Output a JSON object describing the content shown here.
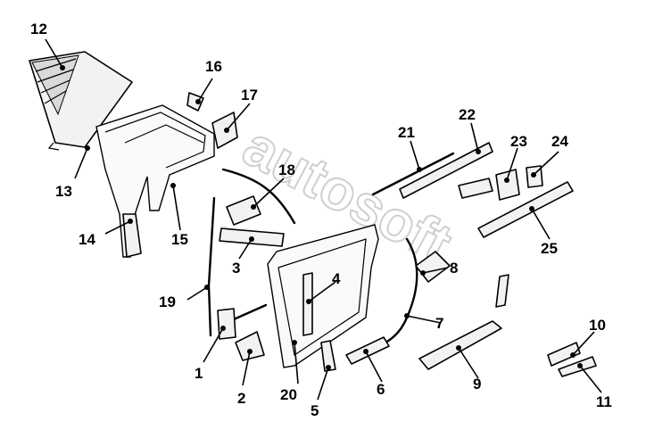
{
  "watermark": "autosoft",
  "callouts": {
    "n1": "1",
    "n2": "2",
    "n3": "3",
    "n4": "4",
    "n5": "5",
    "n6": "6",
    "n7": "7",
    "n8": "8",
    "n9": "9",
    "n10": "10",
    "n11": "11",
    "n12": "12",
    "n13": "13",
    "n14": "14",
    "n15": "15",
    "n16": "16",
    "n17": "17",
    "n18": "18",
    "n19": "19",
    "n20": "20",
    "n21": "21",
    "n22": "22",
    "n23": "23",
    "n24": "24",
    "n25": "25"
  }
}
